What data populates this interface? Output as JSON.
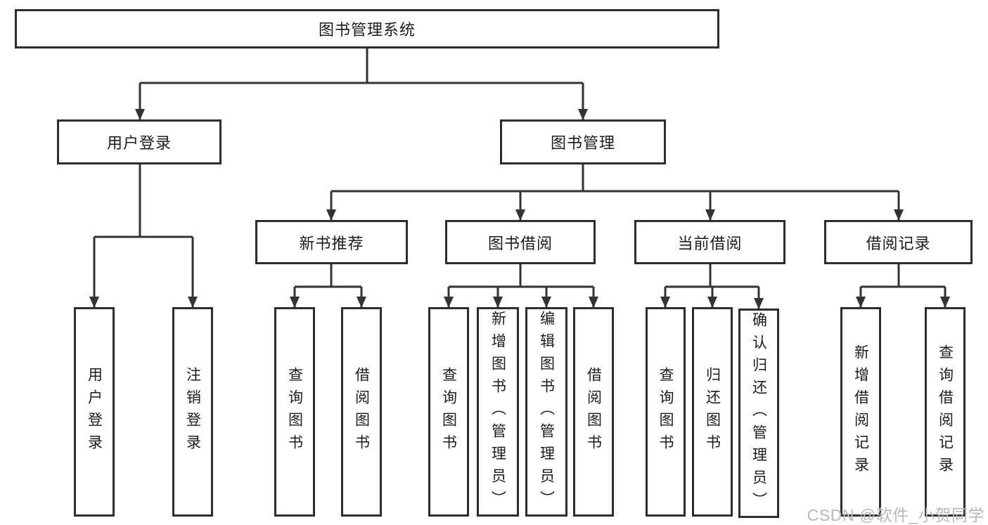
{
  "diagram": {
    "root": "图书管理系统",
    "branches": [
      {
        "label": "用户登录",
        "leaves": [
          "用户登录",
          "注销登录"
        ]
      },
      {
        "label": "图书管理",
        "groups": [
          {
            "label": "新书推荐",
            "leaves": [
              "查询图书",
              "借阅图书"
            ]
          },
          {
            "label": "图书借阅",
            "leaves": [
              "查询图书",
              "新增图书（管理员）",
              "编辑图书（管理员）",
              "借阅图书"
            ]
          },
          {
            "label": "当前借阅",
            "leaves": [
              "查询图书",
              "归还图书",
              "确认归还（管理员）"
            ]
          },
          {
            "label": "借阅记录",
            "leaves": [
              "新增借阅记录",
              "查询借阅记录"
            ]
          }
        ]
      }
    ]
  },
  "watermark": {
    "text": "CSDN @软件_小贺同学"
  },
  "colors": {
    "line": "#333333",
    "border": "#2d2d2d",
    "text": "#1c1c1c",
    "background": "#ffffff",
    "watermark": "#b9b9b9"
  }
}
